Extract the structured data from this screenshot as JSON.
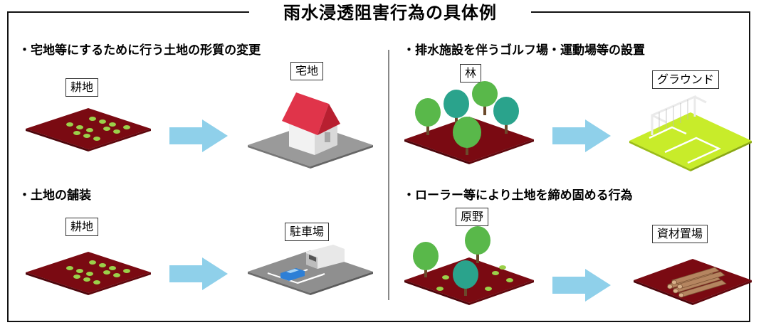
{
  "title": "雨水浸透阻害行為の具体例",
  "sections": [
    {
      "heading": "・宅地等にするために行う土地の形質の変更",
      "before_label": "耕地",
      "after_label": "宅地"
    },
    {
      "heading": "・土地の舗装",
      "before_label": "耕地",
      "after_label": "駐車場"
    },
    {
      "heading": "・排水施設を伴うゴルフ場・運動場等の設置",
      "before_label": "林",
      "after_label": "グラウンド"
    },
    {
      "heading": "・ローラー等により土地を締め固める行為",
      "before_label": "原野",
      "after_label": "資材置場"
    }
  ],
  "colors": {
    "farmland": "#7a0a12",
    "sprout": "#9bd14a",
    "arrow": "#8fd0ea",
    "roof": "#e0344a",
    "pavement": "#8f8f8f",
    "tree": "#59b84a",
    "tree_teal": "#2aa38c",
    "ground": "#c8ec2a",
    "timber": "#b58560"
  },
  "icons": [
    "farmland-icon",
    "house-icon",
    "parking-icon",
    "forest-icon",
    "sports-ground-icon",
    "timber-yard-icon",
    "arrow-right-icon"
  ]
}
